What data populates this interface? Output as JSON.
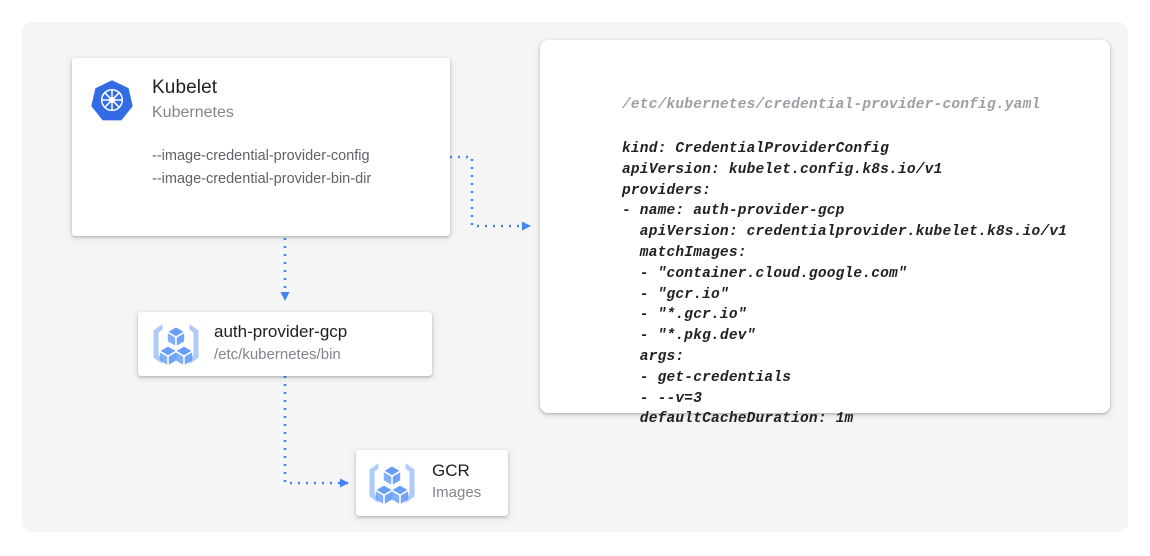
{
  "theme": {
    "page_background": "#ffffff",
    "panel_background": "#f5f5f5",
    "card_background": "#ffffff",
    "accent_blue": "#4285f4",
    "k8s_blue": "#326ce5",
    "icon_bracket_blue": "#aecbfa",
    "icon_cube_blue": "#669df6",
    "text_primary": "#202124",
    "text_secondary": "#80868b",
    "text_flag": "#5f6368",
    "code_header_gray": "#9aa0a6"
  },
  "kubelet_card": {
    "icon": "kubernetes-logo-icon",
    "title": "Kubelet",
    "subtitle": "Kubernetes",
    "flags": [
      "--image-credential-provider-config",
      "--image-credential-provider-bin-dir"
    ]
  },
  "auth_provider_card": {
    "icon": "gcp-container-registry-icon",
    "title": "auth-provider-gcp",
    "subtitle": "/etc/kubernetes/bin"
  },
  "gcr_card": {
    "icon": "gcp-container-registry-icon",
    "title": "GCR",
    "subtitle": "Images"
  },
  "yaml_card": {
    "path": "/etc/kubernetes/credential-provider-config.yaml",
    "lines": [
      "kind: CredentialProviderConfig",
      "apiVersion: kubelet.config.k8s.io/v1",
      "providers:",
      "- name: auth-provider-gcp",
      "  apiVersion: credentialprovider.kubelet.k8s.io/v1",
      "  matchImages:",
      "  - \"container.cloud.google.com\"",
      "  - \"gcr.io\"",
      "  - \"*.gcr.io\"",
      "  - \"*.pkg.dev\"",
      "  args:",
      "  - get-credentials",
      "  - --v=3",
      "  defaultCacheDuration: 1m"
    ]
  },
  "connectors": [
    {
      "name": "kubelet-config-flag-to-yaml",
      "from": "kubelet-card-flags",
      "to": "yaml-card",
      "style": "dotted-arrow"
    },
    {
      "name": "kubelet-to-auth-provider",
      "from": "kubelet-card",
      "to": "auth-provider-card",
      "style": "dotted-arrow"
    },
    {
      "name": "auth-provider-to-gcr",
      "from": "auth-provider-card",
      "to": "gcr-card",
      "style": "dotted-arrow"
    }
  ]
}
